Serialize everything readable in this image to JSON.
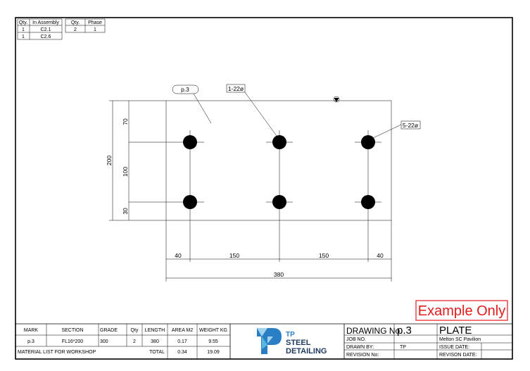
{
  "assembly_table": {
    "headers": [
      "Qty.",
      "In Assembly"
    ],
    "rows": [
      [
        "1",
        "C2.1"
      ],
      [
        "1",
        "C2.6"
      ]
    ]
  },
  "phase_table": {
    "headers": [
      "Qty.",
      "Phase"
    ],
    "rows": [
      [
        "2",
        "1"
      ]
    ]
  },
  "drawing": {
    "part_label": "p.3",
    "hole_label_1": "1-22ø",
    "hole_label_2": "5-22ø",
    "vertical_dims": {
      "overall": "200",
      "top": "70",
      "middle": "100",
      "bottom": "30"
    },
    "horizontal_dims": {
      "a": "40",
      "b": "150",
      "c": "150",
      "d": "40",
      "overall": "380"
    }
  },
  "watermark": {
    "text": "Example Only",
    "color": "#e31b1b"
  },
  "material_list": {
    "headers": [
      "MARK",
      "SECTION",
      "GRADE",
      "Qty",
      "LENGTH",
      "AREA M2",
      "WEIGHT KG"
    ],
    "row": [
      "p.3",
      "FL16*200",
      "300",
      "2",
      "380",
      "0.17",
      "9.55"
    ],
    "footer_label": "MATERIAL LIST FOR WORKSHOP",
    "total_label": "TOTAL",
    "total_area": "0.34",
    "total_weight": "19.09"
  },
  "logo": {
    "line1": "TP",
    "line2": "STEEL",
    "line3": "DETAILING",
    "color": "#2a7fc4"
  },
  "title_block": {
    "drawing_no_label": "DRAWING No.",
    "drawing_no": "p.3",
    "title": "PLATE",
    "job_no_label": "JOB NO.",
    "job_name": "Melton SC Pavilion",
    "drawn_by_label": "DRAWN BY:",
    "drawn_by": "TP",
    "issue_date_label": "ISSUE DATE:",
    "revision_no_label": "REVISION No:",
    "revision_date_label": "REVISON DATE:"
  }
}
